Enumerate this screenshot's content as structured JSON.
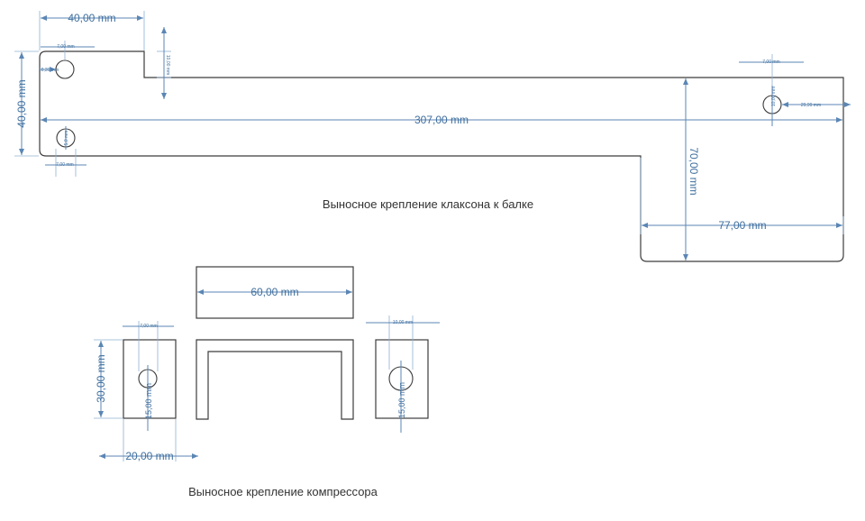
{
  "drawing_title_horn": "Выносное крепление клаксона к балке",
  "drawing_title_compressor": "Выносное крепление  компрессора",
  "dims": {
    "d40w": "40,00 mm",
    "d40h": "40,00 mm",
    "d307": "307,00 mm",
    "d70": "70,00 mm",
    "d77": "77,00 mm",
    "d60": "60,00 mm",
    "d30": "30,00 mm",
    "d20": "20,00 mm",
    "d15a": "15,00 mm",
    "d15b": "15,00 mm",
    "d10_31": "10,31 mm",
    "d7_a": "7,00 mm",
    "d7_b": "7,00 mm",
    "d7_c": "7,00 mm",
    "d7_d": "7,00 mm",
    "d10_a": "10,00 mm",
    "d10_b": "10,00 mm",
    "d10_c": "10,00 mm",
    "d29_99": "29,99 mm",
    "d5_a": "5,0 mm"
  },
  "colors": {
    "outline": "#3c3c3c",
    "dimension": "#5b86b4",
    "dimension_text": "#3f6f9e"
  }
}
